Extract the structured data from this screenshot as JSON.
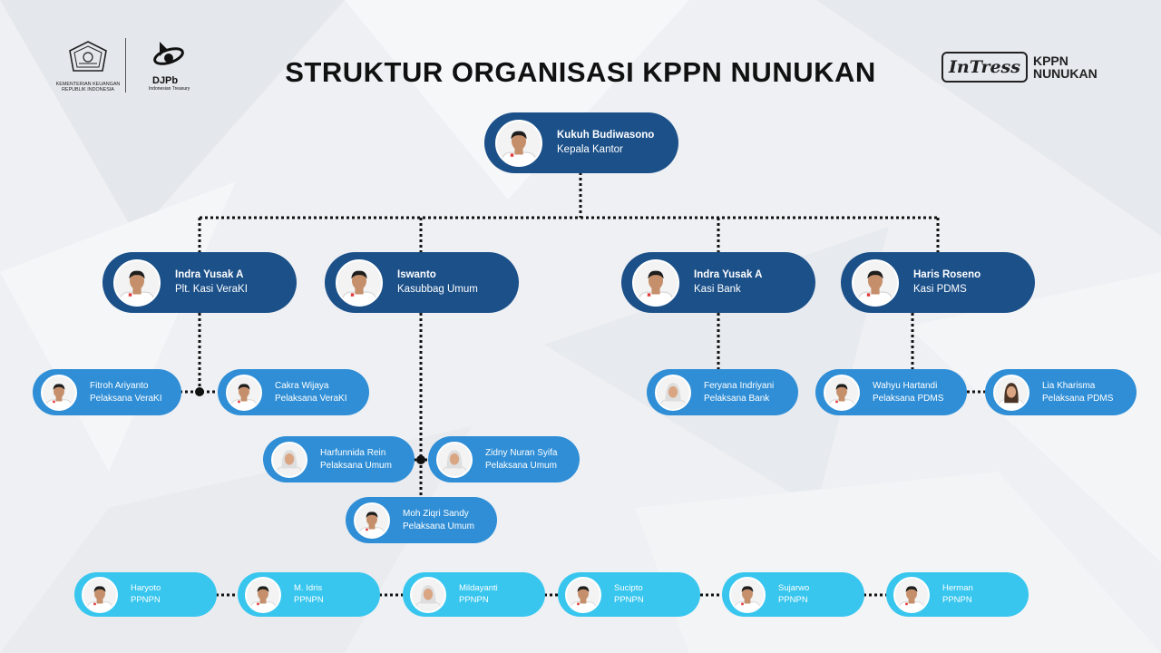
{
  "header": {
    "title": "STRUKTUR ORGANISASI KPPN NUNUKAN",
    "kemenkeu_line1": "KEMENTERIAN KEUANGAN",
    "kemenkeu_line2": "REPUBLIK INDONESIA",
    "djpb_name": "DJPb",
    "djpb_sub": "Indonesian Treasury",
    "intress_name": "InTress",
    "kppn_line1": "KPPN",
    "kppn_line2": "NUNUKAN"
  },
  "colors": {
    "head": "#1b5089",
    "staff": "#2f8ed6",
    "ppnpn": "#38c6ee",
    "connector": "#111111"
  },
  "head": {
    "name": "Kukuh Budiwasono",
    "role": "Kepala Kantor"
  },
  "sections": [
    {
      "name": "Indra Yusak A",
      "role": "Plt. Kasi VeraKI"
    },
    {
      "name": "Iswanto",
      "role": "Kasubbag Umum"
    },
    {
      "name": "Indra Yusak A",
      "role": "Kasi Bank"
    },
    {
      "name": "Haris Roseno",
      "role": "Kasi PDMS"
    }
  ],
  "staff": [
    {
      "name": "Fitroh Ariyanto",
      "role": "Pelaksana VeraKI"
    },
    {
      "name": "Cakra Wijaya",
      "role": "Pelaksana VeraKI"
    },
    {
      "name": "Feryana Indriyani",
      "role": "Pelaksana Bank"
    },
    {
      "name": "Wahyu Hartandi",
      "role": "Pelaksana PDMS"
    },
    {
      "name": "Lia Kharisma",
      "role": "Pelaksana PDMS"
    },
    {
      "name": "Harfunnida Rein",
      "role": "Pelaksana Umum"
    },
    {
      "name": "Zidny Nuran Syifa",
      "role": "Pelaksana Umum"
    },
    {
      "name": "Moh Ziqri Sandy",
      "role": "Pelaksana Umum"
    }
  ],
  "ppnpn": [
    {
      "name": "Haryoto",
      "role": "PPNPN"
    },
    {
      "name": "M. Idris",
      "role": "PPNPN"
    },
    {
      "name": "Mildayanti",
      "role": "PPNPN"
    },
    {
      "name": "Sucipto",
      "role": "PPNPN"
    },
    {
      "name": "Sujarwo",
      "role": "PPNPN"
    },
    {
      "name": "Herman",
      "role": "PPNPN"
    }
  ]
}
